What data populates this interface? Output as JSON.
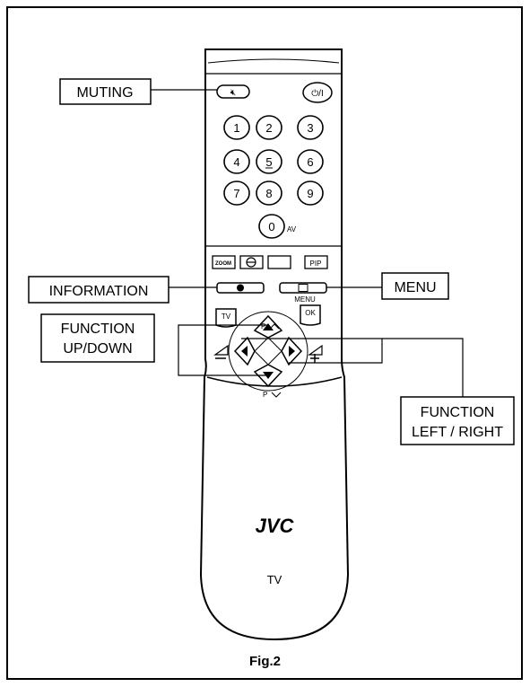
{
  "labels": {
    "muting": "MUTING",
    "information": "INFORMATION",
    "menu": "MENU",
    "function_up_down": [
      "FUNCTION",
      "UP/DOWN"
    ],
    "function_left_right": [
      "FUNCTION",
      "LEFT / RIGHT"
    ]
  },
  "remote": {
    "brand": "JVC",
    "model_text": "TV",
    "power": "⏻/I",
    "digits": [
      "1",
      "2",
      "3",
      "4",
      "5",
      "6",
      "7",
      "8",
      "9",
      "0"
    ],
    "av": "AV",
    "zoom": "ZOOM",
    "pip": "PIP",
    "tv_button": "TV",
    "menu_small": "MENU",
    "ok": "OK",
    "p_top": "P",
    "p_bottom": "P"
  },
  "caption": "Fig.2"
}
